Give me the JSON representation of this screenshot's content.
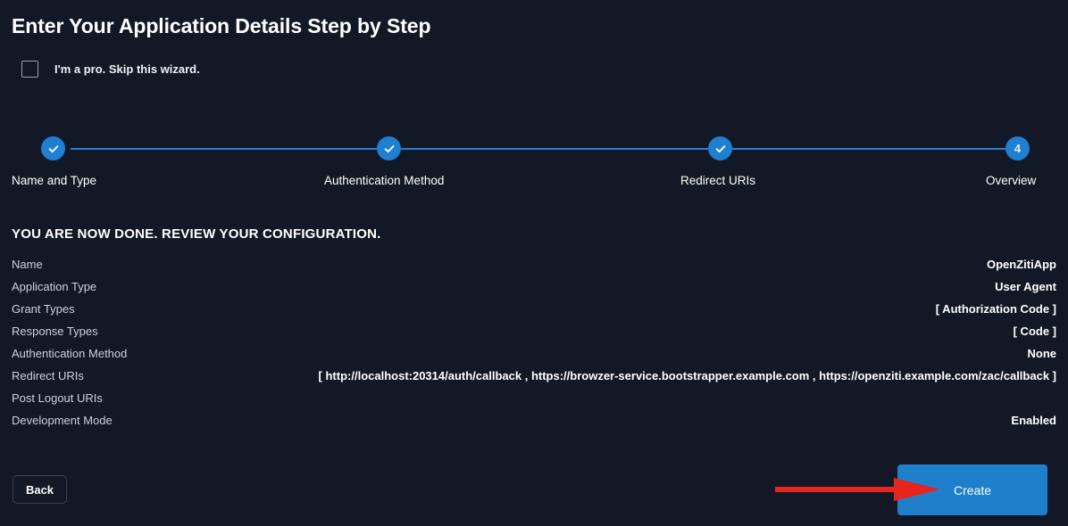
{
  "page": {
    "title": "Enter Your Application Details Step by Step"
  },
  "skip_wizard": {
    "label": "I'm a pro. Skip this wizard.",
    "checked": false
  },
  "stepper": {
    "steps": [
      {
        "label": "Name and Type",
        "state": "complete",
        "marker": "check-icon"
      },
      {
        "label": "Authentication Method",
        "state": "complete",
        "marker": "check-icon"
      },
      {
        "label": "Redirect URIs",
        "state": "complete",
        "marker": "check-icon"
      },
      {
        "label": "Overview",
        "state": "current",
        "marker": "4"
      }
    ],
    "accent_color": "#1f7fd0"
  },
  "review": {
    "heading": "YOU ARE NOW DONE. REVIEW YOUR CONFIGURATION.",
    "rows": [
      {
        "key": "Name",
        "value": "OpenZitiApp"
      },
      {
        "key": "Application Type",
        "value": "User Agent"
      },
      {
        "key": "Grant Types",
        "value": "[ Authorization Code ]"
      },
      {
        "key": "Response Types",
        "value": "[ Code ]"
      },
      {
        "key": "Authentication Method",
        "value": "None"
      },
      {
        "key": "Redirect URIs",
        "value": "[ http://localhost:20314/auth/callback , https://browzer-service.bootstrapper.example.com , https://openziti.example.com/zac/callback ]"
      },
      {
        "key": "Post Logout URIs",
        "value": ""
      },
      {
        "key": "Development Mode",
        "value": "Enabled"
      }
    ]
  },
  "footer": {
    "back_label": "Back",
    "create_label": "Create",
    "create_color": "#1f7fcb"
  },
  "annotation": {
    "arrow_color": "#e8241f",
    "points_to": "create-button"
  }
}
